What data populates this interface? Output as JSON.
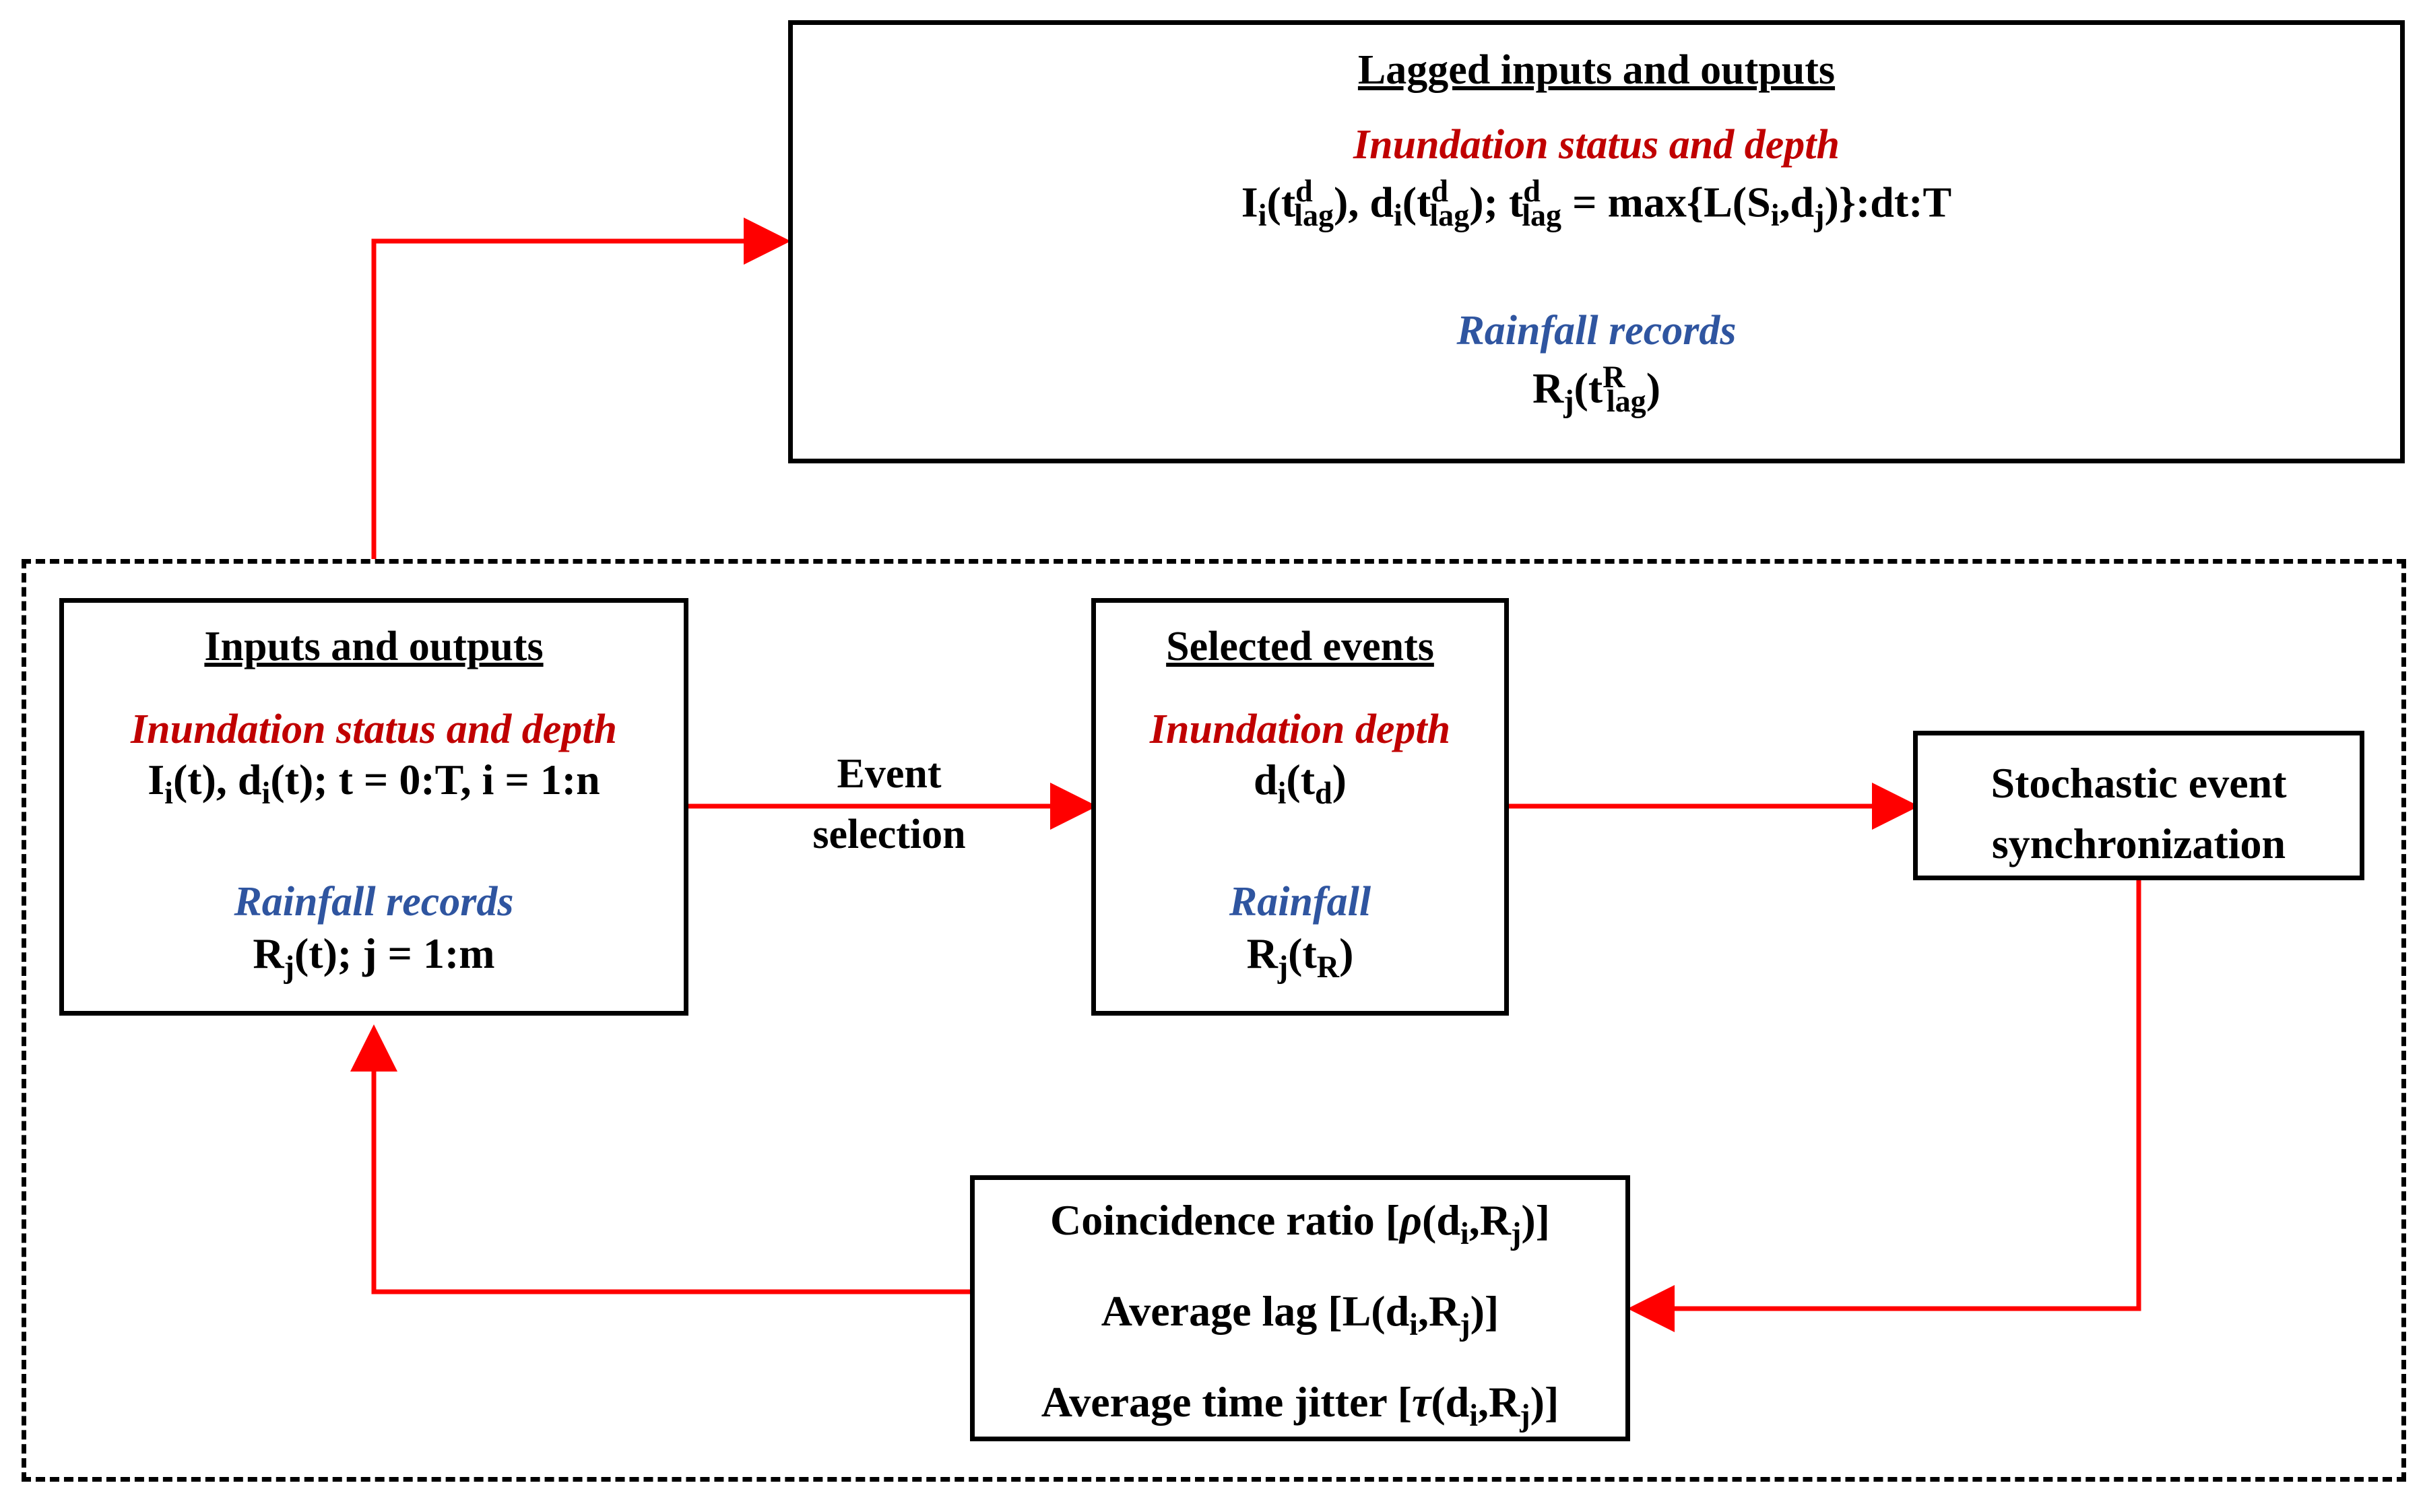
{
  "colors": {
    "arrow": "#ff0000",
    "red_heading": "#c00000",
    "blue_heading": "#2f55a0",
    "border": "#000000"
  },
  "lagged_box": {
    "title": "Lagged inputs and outputs",
    "inundation_heading": "Inundation status and depth",
    "inundation_expr": "Iᵢ(t_lag^d), dᵢ(t_lag^d); t_lag^d = max{L(Sᵢ,dⱼ)}:dt:T",
    "rainfall_heading": "Rainfall records",
    "rainfall_expr": "Rⱼ(t_lag^R)"
  },
  "inputs_box": {
    "title": "Inputs and outputs",
    "inundation_heading": "Inundation status and depth",
    "inundation_expr": "Iᵢ(t), dᵢ(t); t = 0:T, i = 1:n",
    "rainfall_heading": "Rainfall records",
    "rainfall_expr": "Rⱼ(t); j = 1:m"
  },
  "event_selection_label": [
    "Event",
    "selection"
  ],
  "selected_box": {
    "title": "Selected events",
    "inundation_heading": "Inundation depth",
    "inundation_expr": "dᵢ(t_d)",
    "rainfall_heading": "Rainfall",
    "rainfall_expr": "Rⱼ(t_R)"
  },
  "sync_box": {
    "lines": [
      "Stochastic event",
      "synchronization"
    ]
  },
  "metrics_box": {
    "coincidence": "Coincidence ratio [ρ(dᵢ,Rⱼ)]",
    "lag": "Average lag [L(dᵢ,Rⱼ)]",
    "jitter": "Average time jitter [τ(dᵢ,Rⱼ)]"
  }
}
